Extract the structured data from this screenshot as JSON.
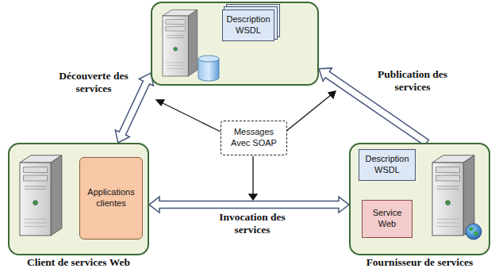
{
  "diagram": {
    "nodes": [
      {
        "text": []
      },
      {
        "text": [
          "Description WSDL"
        ],
        "in": 0
      },
      {
        "text": [
          "Client de services Web"
        ]
      },
      {
        "text": [
          "Applications clientes"
        ],
        "in": 2
      },
      {
        "text": [
          "Fournisseur de services"
        ]
      },
      {
        "text": [
          "Description WSDL"
        ],
        "in": 4
      },
      {
        "text": [
          "Service Web"
        ],
        "in": 4
      },
      {
        "text": [
          "Messages Avec SOAP"
        ]
      }
    ],
    "edges": [
      {
        "from": 2,
        "to": 0,
        "arrow": "both",
        "label": "Découverte des services"
      },
      {
        "from": 4,
        "to": 0,
        "arrow": "to",
        "label": "Publication des services"
      },
      {
        "from": 2,
        "to": 4,
        "arrow": "both",
        "label": "Invocation des services"
      }
    ]
  }
}
